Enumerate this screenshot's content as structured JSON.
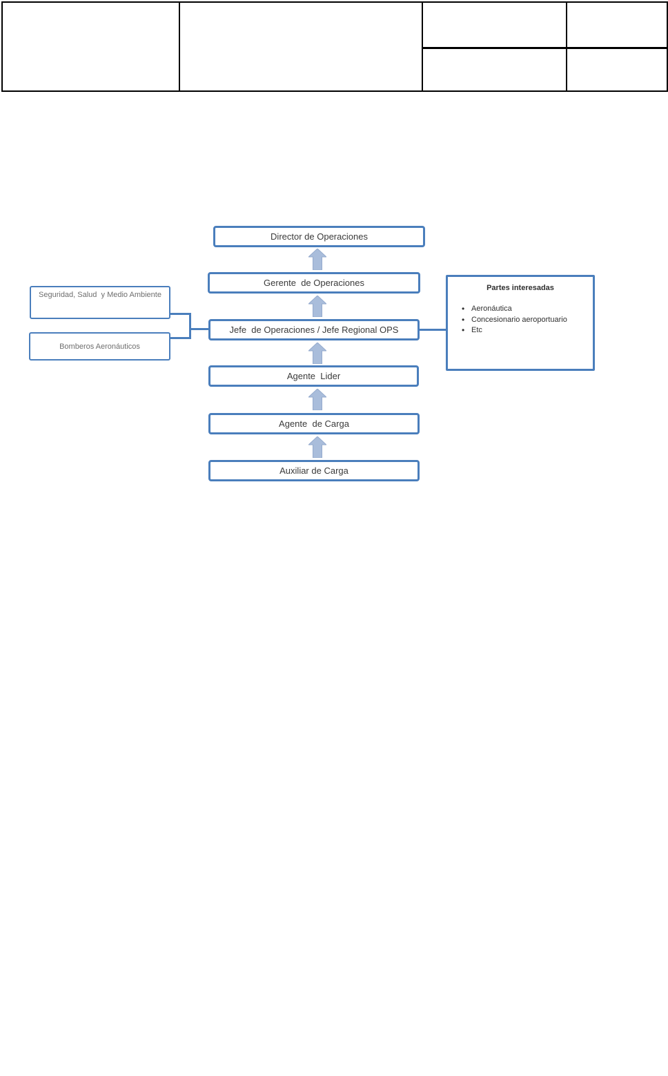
{
  "colors": {
    "box_border": "#4a7ebc",
    "arrow_fill": "#a9bddb",
    "arrow_stroke": "#94aacd",
    "box_text": "#3a3a3a",
    "side_text": "#6e6e6e",
    "table_border": "#000000"
  },
  "header_table": {
    "rows": [
      {
        "cells": [
          "",
          "",
          "",
          ""
        ]
      },
      {
        "cells": [
          "",
          ""
        ]
      }
    ]
  },
  "diagram": {
    "hierarchy": [
      {
        "label": "Director de Operaciones"
      },
      {
        "label": "Gerente  de Operaciones"
      },
      {
        "label": "Jefe  de Operaciones / Jefe Regional OPS"
      },
      {
        "label": "Agente  Lider"
      },
      {
        "label": "Agente  de Carga"
      },
      {
        "label": "Auxiliar de Carga"
      }
    ],
    "side_left": [
      {
        "label": "Seguridad, Salud  y Medio Ambiente"
      },
      {
        "label": "Bomberos Aeronáuticos"
      }
    ],
    "stakeholders": {
      "title": "Partes interesadas",
      "items": [
        "Aeronáutica",
        "Concesionario aeroportuario",
        "Etc"
      ]
    }
  }
}
